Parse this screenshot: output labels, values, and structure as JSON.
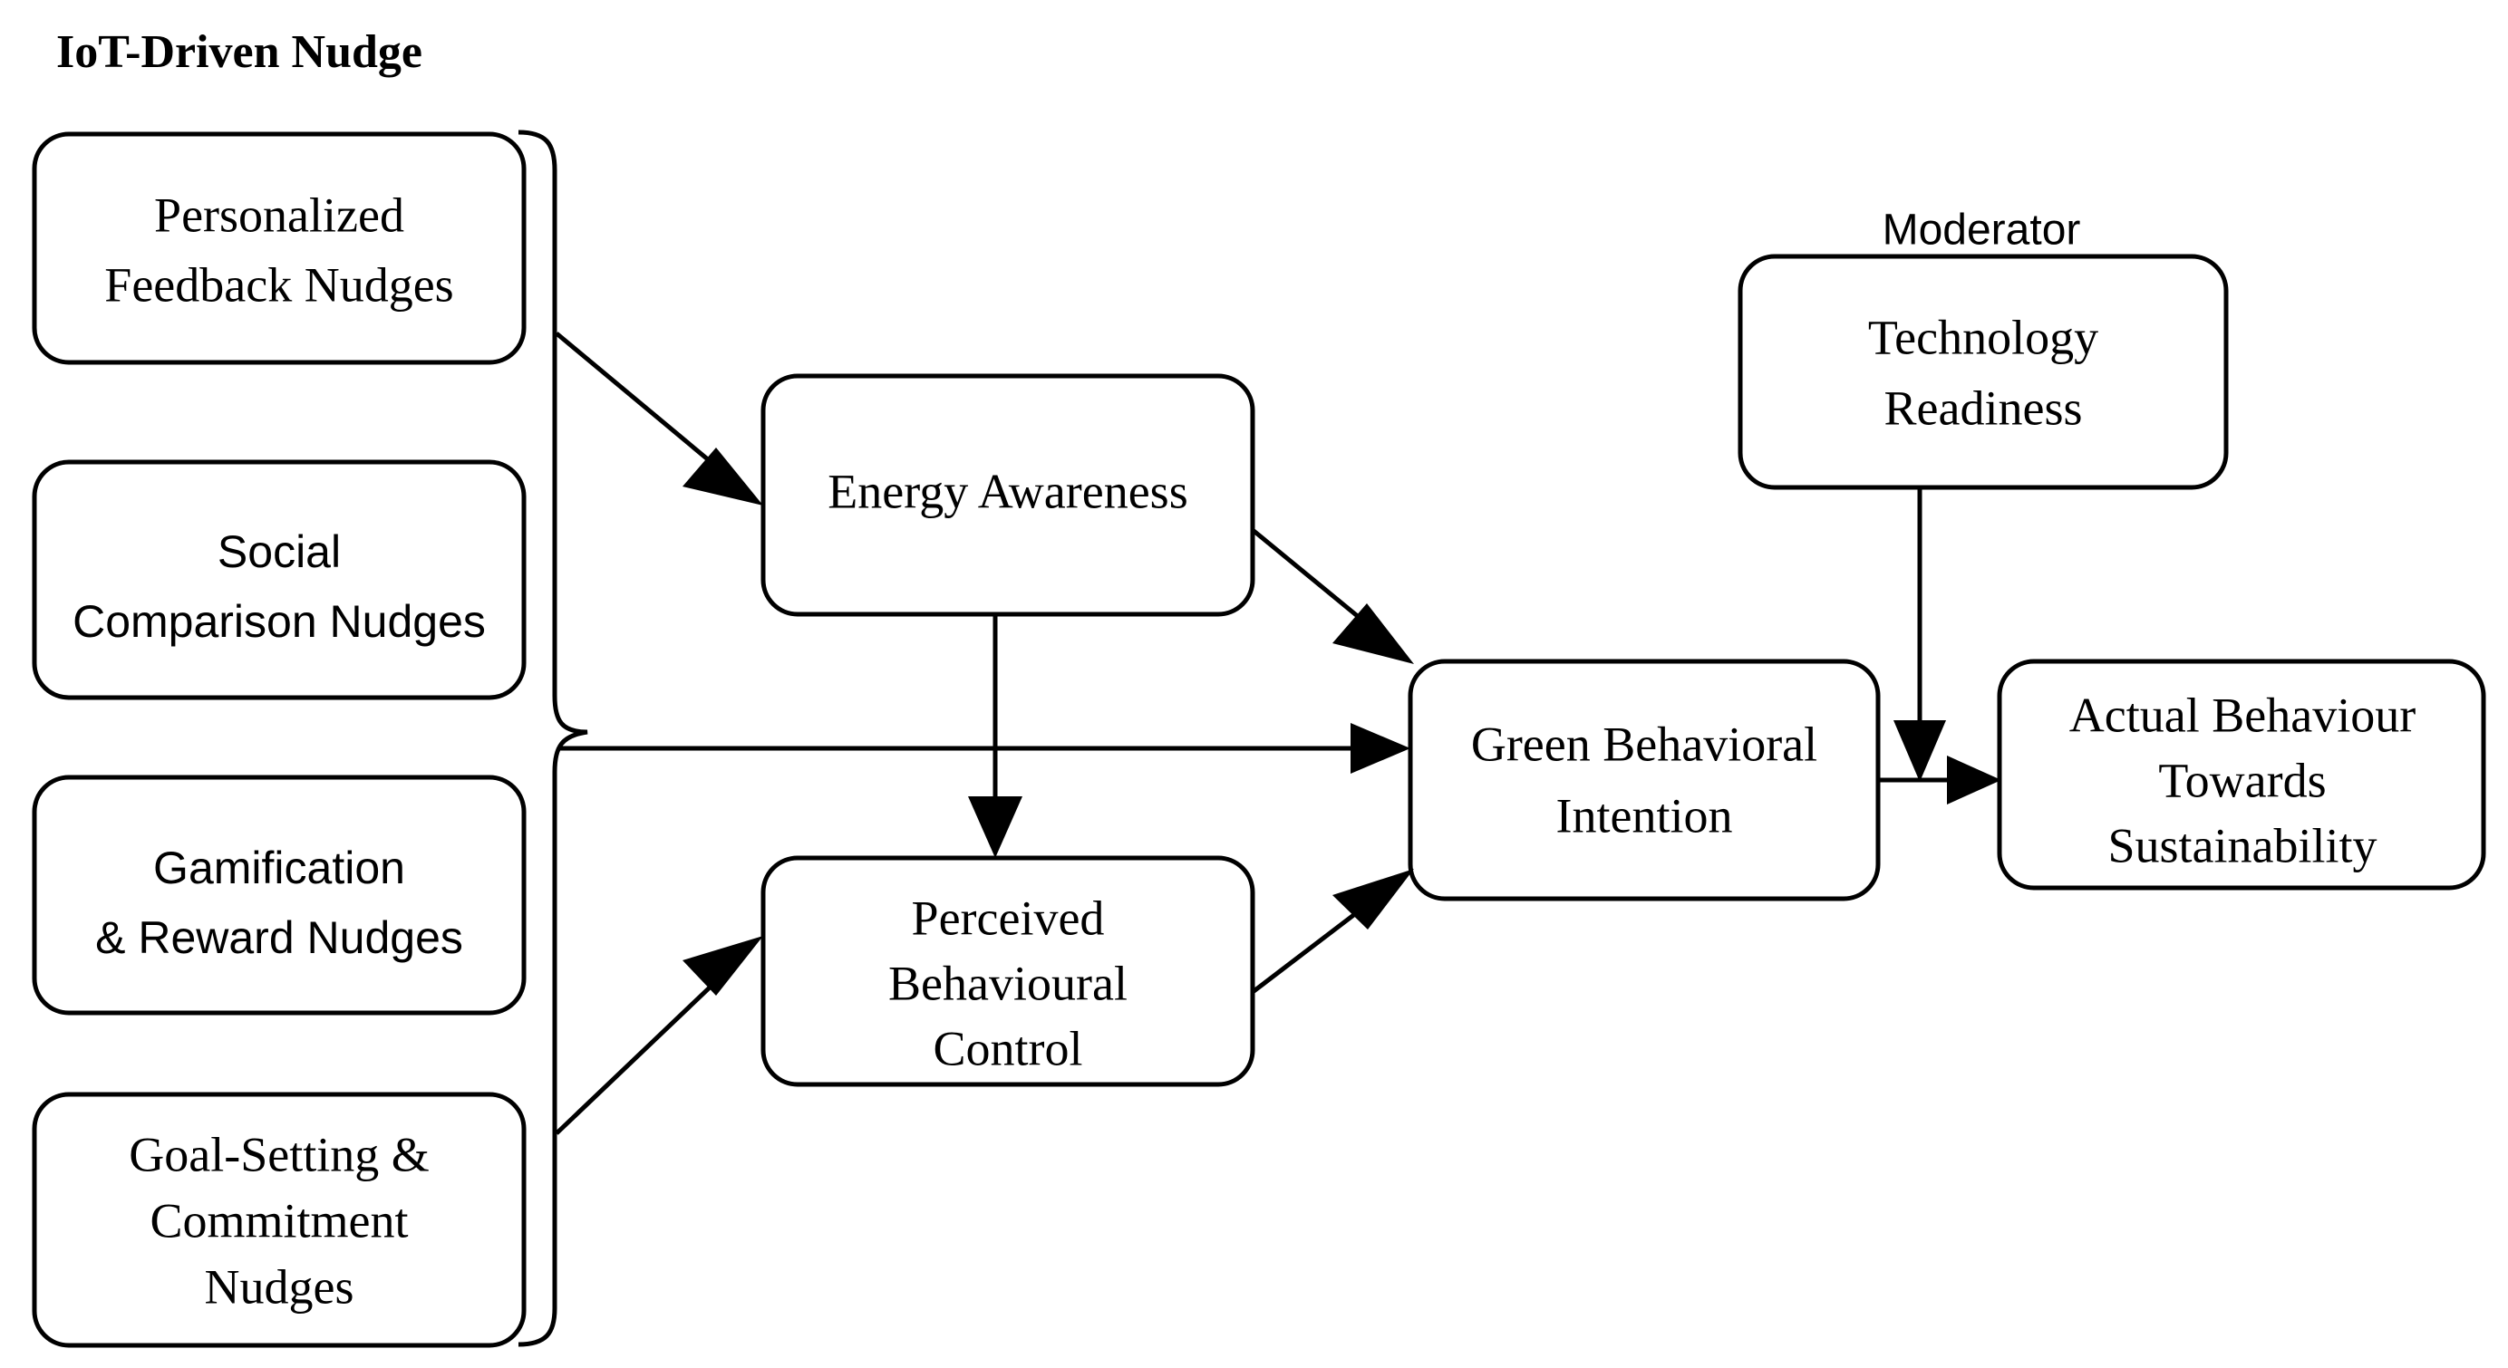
{
  "figure": {
    "title": "IoT-Driven Nudge",
    "background_color": "#ffffff",
    "line_color": "#000000",
    "box_fill": "#ffffff"
  },
  "group_label": "IoT-Driven Nudge",
  "moderator_caption": "Moderator",
  "nodes": {
    "personalized_feedback": {
      "line1": "Personalized",
      "line2": "Feedback Nudges"
    },
    "social_comparison": {
      "line1": "Social",
      "line2": "Comparison Nudges"
    },
    "gamification_reward": {
      "line1": "Gamification",
      "line2": "& Reward Nudges"
    },
    "goal_setting": {
      "line1": "Goal-Setting &",
      "line2": "Commitment",
      "line3": "Nudges"
    },
    "energy_awareness": {
      "line1": "Energy Awareness"
    },
    "perceived_behavioural_control": {
      "line1": "Perceived",
      "line2": "Behavioural",
      "line3": "Control"
    },
    "technology_readiness": {
      "line1": "Technology",
      "line2": "Readiness"
    },
    "green_behavioral_intention": {
      "line1": "Green Behavioral",
      "line2": "Intention"
    },
    "actual_behaviour": {
      "line1": "Actual Behaviour",
      "line2": "Towards",
      "line3": "Sustainability"
    }
  },
  "edges": [
    {
      "from": "iot-driven-nudge-group",
      "to": "energy-awareness",
      "style": "solid-arrow"
    },
    {
      "from": "iot-driven-nudge-group",
      "to": "green-behavioral-intention",
      "style": "solid-arrow"
    },
    {
      "from": "iot-driven-nudge-group",
      "to": "perceived-behavioural-control",
      "style": "solid-arrow"
    },
    {
      "from": "energy-awareness",
      "to": "green-behavioral-intention",
      "style": "solid-arrow"
    },
    {
      "from": "energy-awareness",
      "to": "perceived-behavioural-control",
      "style": "solid-arrow"
    },
    {
      "from": "perceived-behavioural-control",
      "to": "green-behavioral-intention",
      "style": "solid-arrow"
    },
    {
      "from": "green-behavioral-intention",
      "to": "actual-behaviour",
      "style": "solid-arrow"
    },
    {
      "from": "technology-readiness",
      "to": "green-behavioral-intention-to-actual-behaviour-path",
      "style": "moderating-arrow"
    }
  ]
}
